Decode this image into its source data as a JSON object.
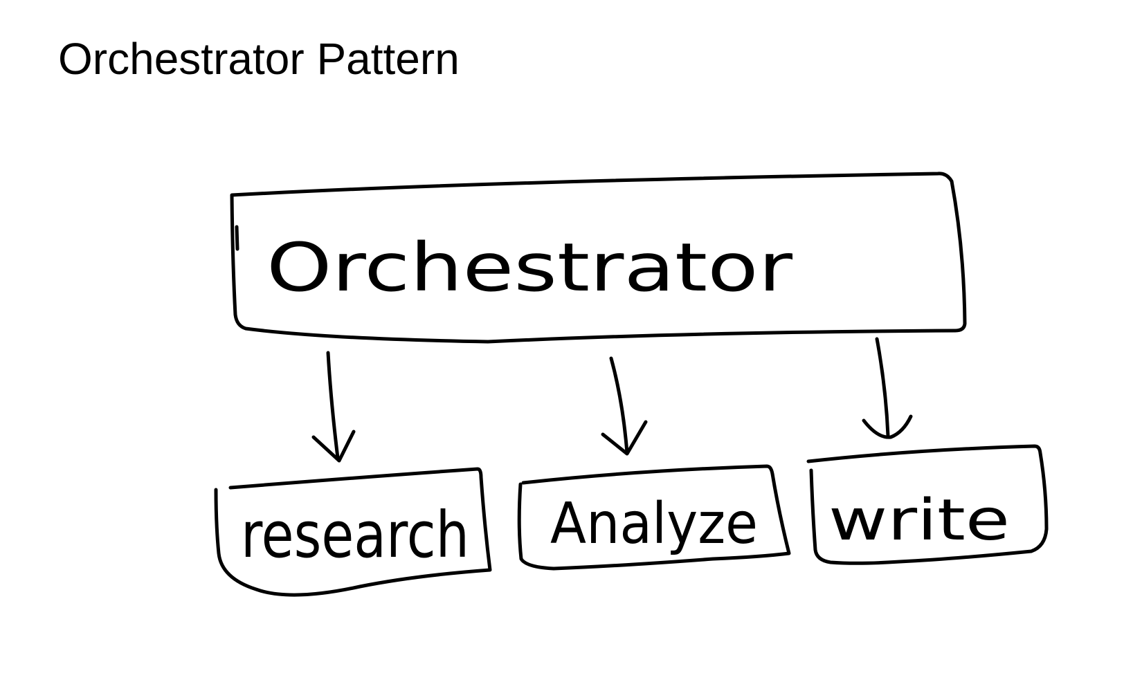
{
  "title": "Orchestrator Pattern",
  "diagram": {
    "orchestrator_label": "Orchestrator",
    "workers": [
      {
        "label": "research"
      },
      {
        "label": "Analyze"
      },
      {
        "label": "write"
      }
    ]
  }
}
